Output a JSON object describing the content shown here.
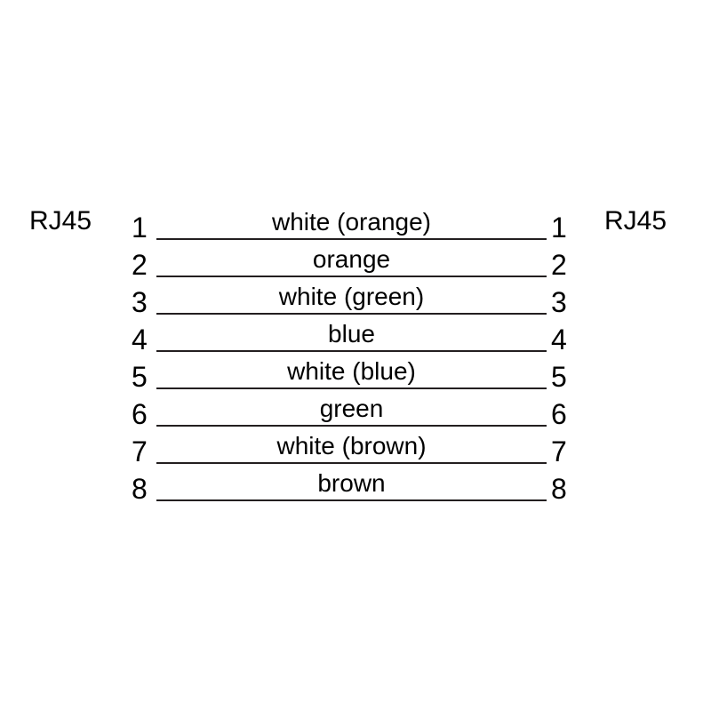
{
  "diagram": {
    "type": "rj45-straight-through-pinout",
    "background_color": "#ffffff",
    "line_color": "#231f20",
    "text_color": "#000000",
    "left_connector": "RJ45",
    "right_connector": "RJ45",
    "pins": [
      {
        "left_number": "1",
        "right_number": "1",
        "wire": "white (orange)"
      },
      {
        "left_number": "2",
        "right_number": "2",
        "wire": "orange"
      },
      {
        "left_number": "3",
        "right_number": "3",
        "wire": "white (green)"
      },
      {
        "left_number": "4",
        "right_number": "4",
        "wire": "blue"
      },
      {
        "left_number": "5",
        "right_number": "5",
        "wire": "white (blue)"
      },
      {
        "left_number": "6",
        "right_number": "6",
        "wire": "green"
      },
      {
        "left_number": "7",
        "right_number": "7",
        "wire": "white (brown)"
      },
      {
        "left_number": "8",
        "right_number": "8",
        "wire": "brown"
      }
    ]
  }
}
